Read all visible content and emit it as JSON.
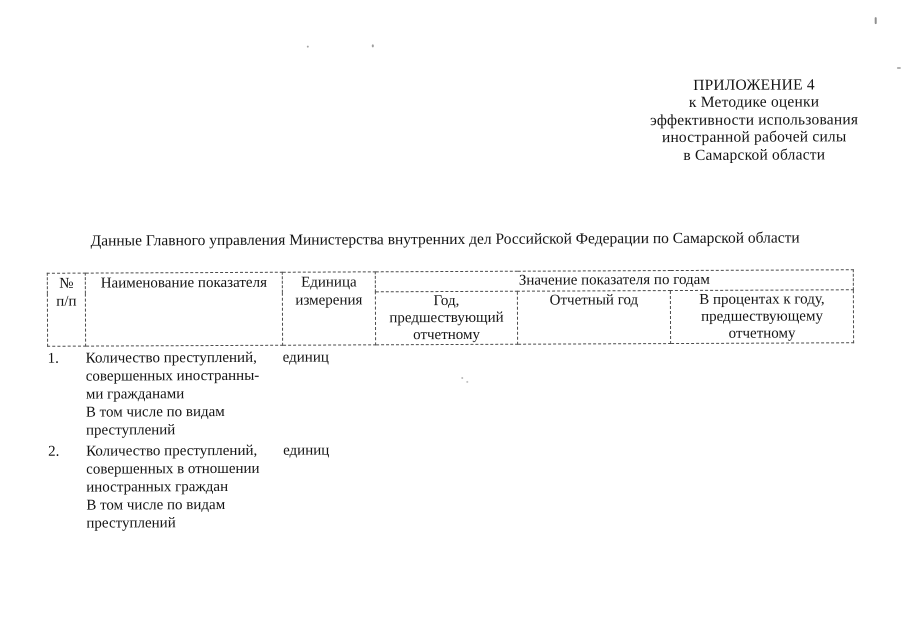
{
  "document": {
    "appendix": {
      "text": "ПРИЛОЖЕНИЕ 4\nк Методике оценки\nэффективности использования\nиностранной рабочей силы\nв Самарской области"
    },
    "title": "Данные Главного управления Министерства внутренних дел Российской Федерации по Самарской области",
    "table": {
      "header": {
        "num": "№\nп/п",
        "indicator": "Наименование показателя",
        "unit": "Единица\nизмерения",
        "group": "Значение показателя по годам",
        "prev_year": "Год,\nпредшествующий\nотчетному",
        "report_year": "Отчетный год",
        "percent": "В процентах к году,\nпредшествующему\nотчетному"
      },
      "rows": [
        {
          "num": "1.",
          "indicator": "Количество преступлений,\nсовершенных иностранны-\nми гражданами\nВ том числе по видам\nпреступлений",
          "unit": "единиц",
          "prev_year": "",
          "report_year": "",
          "percent": ""
        },
        {
          "num": "2.",
          "indicator": "Количество преступлений,\nсовершенных в отношении\nиностранных граждан\nВ том числе по видам\nпреступлений",
          "unit": "единиц",
          "prev_year": "",
          "report_year": "",
          "percent": ""
        }
      ]
    }
  }
}
